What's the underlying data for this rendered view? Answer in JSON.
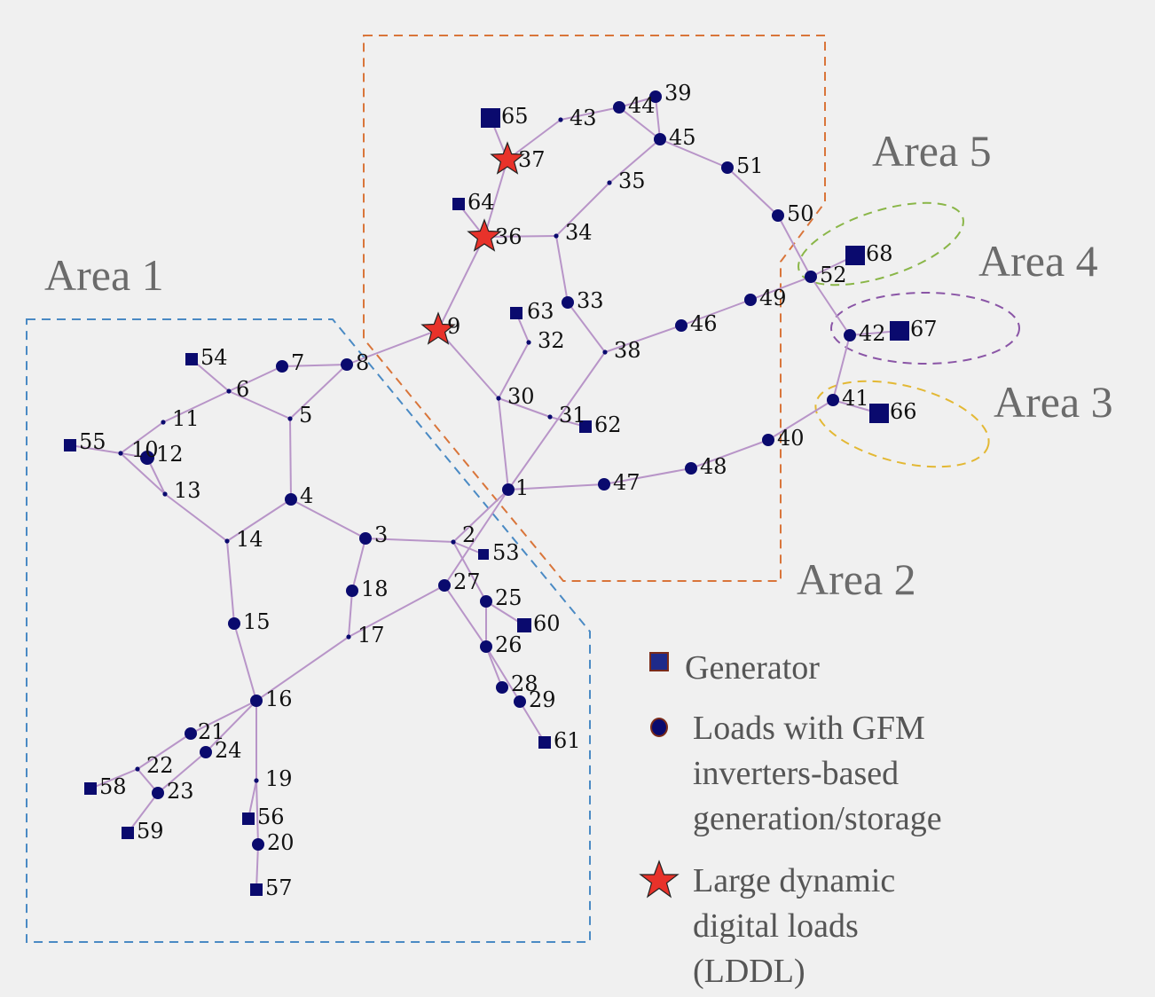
{
  "areas": [
    {
      "label": "Area 1",
      "color": "#4a8ac4"
    },
    {
      "label": "Area 2",
      "color": "#d9753a"
    },
    {
      "label": "Area 3",
      "color": "#e3b834"
    },
    {
      "label": "Area 4",
      "color": "#8a55a6"
    },
    {
      "label": "Area 5",
      "color": "#8ab648"
    }
  ],
  "legend": {
    "generator": "Generator",
    "loads_lines": [
      "Loads with GFM",
      "inverters-based",
      "generation/storage"
    ],
    "lddl_lines": [
      "Large dynamic",
      "digital loads",
      "(LDDL)"
    ]
  },
  "colors": {
    "edge": "#b895c8",
    "node": "#0a0a6e",
    "star": "#e8322a"
  },
  "buses": [
    "1",
    "2",
    "3",
    "4",
    "5",
    "6",
    "7",
    "8",
    "9",
    "10",
    "11",
    "12",
    "13",
    "14",
    "15",
    "16",
    "17",
    "18",
    "19",
    "20",
    "21",
    "22",
    "23",
    "24",
    "25",
    "26",
    "27",
    "28",
    "29",
    "30",
    "31",
    "32",
    "33",
    "34",
    "35",
    "36",
    "37",
    "38",
    "39",
    "40",
    "41",
    "42",
    "43",
    "44",
    "45",
    "46",
    "47",
    "48",
    "49",
    "50",
    "51",
    "52",
    "53",
    "54",
    "55",
    "56",
    "57",
    "58",
    "59",
    "60",
    "61",
    "62",
    "63",
    "64",
    "65",
    "66",
    "67",
    "68"
  ],
  "node_types": {
    "generator": [
      "53",
      "54",
      "55",
      "56",
      "57",
      "58",
      "59",
      "60",
      "61",
      "62",
      "63",
      "64",
      "65",
      "66",
      "67",
      "68"
    ],
    "gfm_load": [
      "1",
      "3",
      "4",
      "7",
      "8",
      "12",
      "15",
      "16",
      "18",
      "20",
      "21",
      "23",
      "24",
      "25",
      "26",
      "27",
      "28",
      "29",
      "33",
      "39",
      "40",
      "41",
      "42",
      "44",
      "45",
      "46",
      "47",
      "48",
      "49",
      "50",
      "51",
      "52"
    ],
    "lddl": [
      "9",
      "36",
      "37"
    ],
    "plain_bus": [
      "2",
      "5",
      "6",
      "10",
      "11",
      "13",
      "14",
      "17",
      "19",
      "22",
      "30",
      "31",
      "32",
      "34",
      "35",
      "38",
      "43"
    ]
  },
  "lines": [
    [
      "1",
      "2"
    ],
    [
      "1",
      "30"
    ],
    [
      "1",
      "38"
    ],
    [
      "1",
      "47"
    ],
    [
      "1",
      "27"
    ],
    [
      "2",
      "3"
    ],
    [
      "2",
      "53"
    ],
    [
      "2",
      "25"
    ],
    [
      "3",
      "4"
    ],
    [
      "3",
      "18"
    ],
    [
      "4",
      "5"
    ],
    [
      "4",
      "14"
    ],
    [
      "5",
      "6"
    ],
    [
      "5",
      "8"
    ],
    [
      "6",
      "7"
    ],
    [
      "6",
      "54"
    ],
    [
      "6",
      "11"
    ],
    [
      "7",
      "8"
    ],
    [
      "8",
      "9"
    ],
    [
      "9",
      "36"
    ],
    [
      "9",
      "30"
    ],
    [
      "10",
      "11"
    ],
    [
      "10",
      "12"
    ],
    [
      "10",
      "13"
    ],
    [
      "10",
      "55"
    ],
    [
      "13",
      "14"
    ],
    [
      "12",
      "13"
    ],
    [
      "14",
      "15"
    ],
    [
      "15",
      "16"
    ],
    [
      "16",
      "17"
    ],
    [
      "16",
      "21"
    ],
    [
      "16",
      "24"
    ],
    [
      "16",
      "19"
    ],
    [
      "17",
      "18"
    ],
    [
      "17",
      "27"
    ],
    [
      "19",
      "56"
    ],
    [
      "19",
      "20"
    ],
    [
      "20",
      "57"
    ],
    [
      "21",
      "22"
    ],
    [
      "22",
      "58"
    ],
    [
      "22",
      "23"
    ],
    [
      "23",
      "24"
    ],
    [
      "23",
      "59"
    ],
    [
      "25",
      "60"
    ],
    [
      "25",
      "26"
    ],
    [
      "26",
      "27"
    ],
    [
      "26",
      "28"
    ],
    [
      "26",
      "29"
    ],
    [
      "29",
      "61"
    ],
    [
      "30",
      "31"
    ],
    [
      "30",
      "32"
    ],
    [
      "31",
      "62"
    ],
    [
      "32",
      "63"
    ],
    [
      "33",
      "34"
    ],
    [
      "33",
      "38"
    ],
    [
      "34",
      "35"
    ],
    [
      "34",
      "36"
    ],
    [
      "35",
      "45"
    ],
    [
      "36",
      "64"
    ],
    [
      "36",
      "37"
    ],
    [
      "37",
      "65"
    ],
    [
      "37",
      "43"
    ],
    [
      "43",
      "44"
    ],
    [
      "44",
      "39"
    ],
    [
      "44",
      "45"
    ],
    [
      "39",
      "45"
    ],
    [
      "45",
      "51"
    ],
    [
      "51",
      "50"
    ],
    [
      "50",
      "52"
    ],
    [
      "52",
      "68"
    ],
    [
      "52",
      "42"
    ],
    [
      "49",
      "52"
    ],
    [
      "38",
      "46"
    ],
    [
      "46",
      "49"
    ],
    [
      "42",
      "67"
    ],
    [
      "42",
      "41"
    ],
    [
      "41",
      "66"
    ],
    [
      "41",
      "40"
    ],
    [
      "40",
      "48"
    ],
    [
      "48",
      "47"
    ]
  ]
}
